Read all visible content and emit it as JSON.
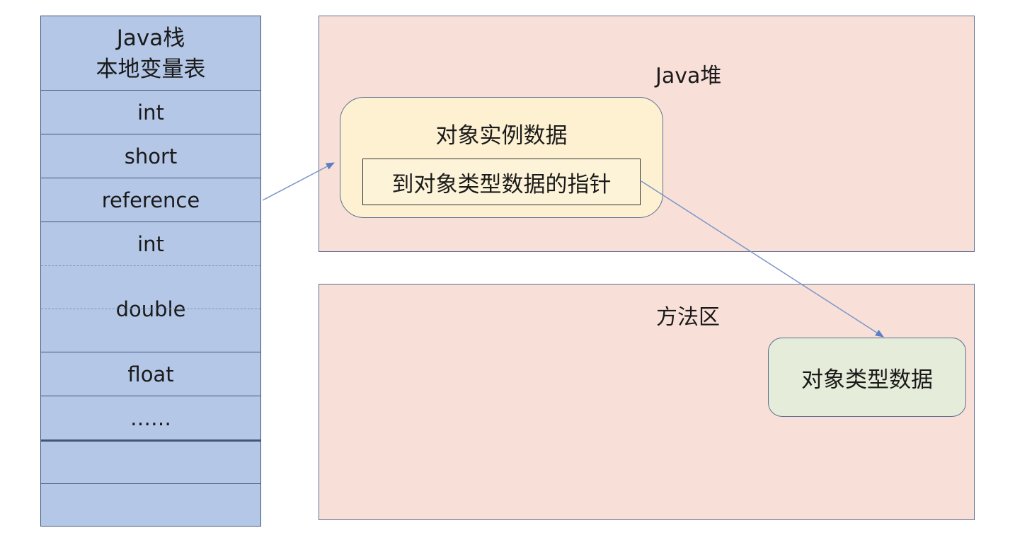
{
  "stack": {
    "title_line1": "Java栈",
    "title_line2": "本地变量表",
    "rows": [
      "int",
      "short",
      "reference",
      "int",
      "double",
      "float",
      "……",
      "",
      ""
    ]
  },
  "heap": {
    "title": "Java堆",
    "object_instance_label": "对象实例数据",
    "pointer_label": "到对象类型数据的指针"
  },
  "method_area": {
    "title": "方法区",
    "type_data_label": "对象类型数据"
  }
}
